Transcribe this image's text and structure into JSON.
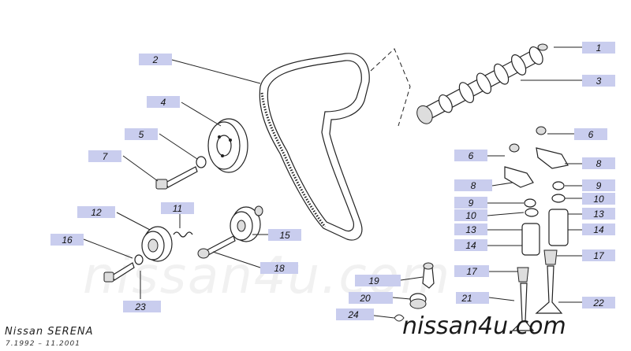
{
  "watermark": {
    "large": "nissan4u.com",
    "small": "nissan4u.com"
  },
  "footer": {
    "model": "Nissan SERENA",
    "years": "7.1992 – 11.2001"
  },
  "callouts": [
    "1",
    "2",
    "3",
    "4",
    "5",
    "6",
    "6",
    "7",
    "8",
    "8",
    "9",
    "9",
    "10",
    "10",
    "11",
    "12",
    "13",
    "13",
    "14",
    "14",
    "15",
    "16",
    "17",
    "17",
    "18",
    "19",
    "20",
    "21",
    "22",
    "23",
    "24"
  ]
}
